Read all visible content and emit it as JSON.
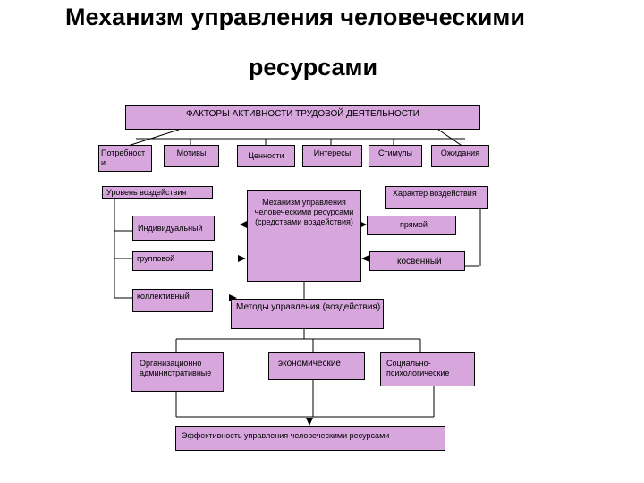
{
  "title": {
    "line1": "Механизм управления человеческими",
    "line2": "ресурсами"
  },
  "top_factor": "ФАКТОРЫ АКТИВНОСТИ ТРУДОВОЙ ДЕЯТЕЛЬНОСТИ",
  "factors": [
    "Потребност и",
    "Мотивы",
    "Ценности",
    "Интересы",
    "Стимулы",
    "Ожидания"
  ],
  "levels": {
    "header": "Уровень воздействия",
    "individual": "Индивидуальный",
    "group": "групповой",
    "collective": "коллективный"
  },
  "mechanism": "Механизм управления человеческими ресурсами (средствами воздействия)",
  "character": {
    "header": "Характер воздействия",
    "direct": "прямой",
    "indirect": "косвенный"
  },
  "methods": {
    "header": "Методы управления (воздействия)",
    "org_admin": "Организационно административные",
    "economic": "экономические",
    "socio_psych": "Социально-психологические"
  },
  "efficiency": "Эффективность управления человеческими ресурсами",
  "colors": {
    "box_fill": "#d7a6dd",
    "border": "#000000"
  }
}
